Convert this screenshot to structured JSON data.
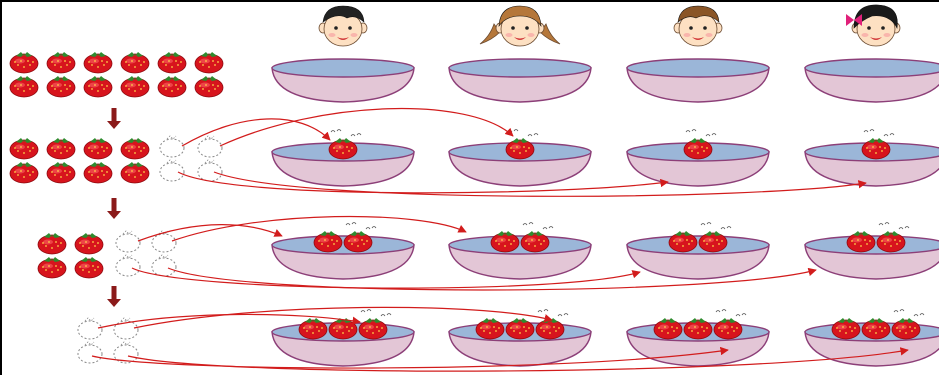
{
  "diagram": {
    "children": [
      {
        "id": "boy1",
        "icon": "boy-face-icon"
      },
      {
        "id": "girl1",
        "icon": "girl-pigtails-face-icon"
      },
      {
        "id": "boy2",
        "icon": "boy-face-icon"
      },
      {
        "id": "girl2",
        "icon": "girl-bow-face-icon"
      }
    ],
    "stages": [
      {
        "remaining": 12,
        "moved": 0,
        "per_bowl": 0
      },
      {
        "remaining": 8,
        "moved": 4,
        "per_bowl": 1
      },
      {
        "remaining": 4,
        "moved": 4,
        "per_bowl": 2
      },
      {
        "remaining": 0,
        "moved": 4,
        "per_bowl": 3
      }
    ],
    "icons": {
      "fruit": "strawberry-icon",
      "empty_slot": "empty-dashed-circle-icon",
      "bowl": "bowl-icon",
      "step": "down-arrow-icon",
      "transfer": "transfer-arrow"
    },
    "colors": {
      "fruit": "#d7141d",
      "fruit_leaf": "#2e8b2e",
      "bowl_body": "#e3c6d6",
      "bowl_water": "#9bb6d8",
      "bowl_rim": "#8c3f78",
      "arrow": "#d21c1c",
      "step_arrow": "#8b1a1a"
    }
  }
}
